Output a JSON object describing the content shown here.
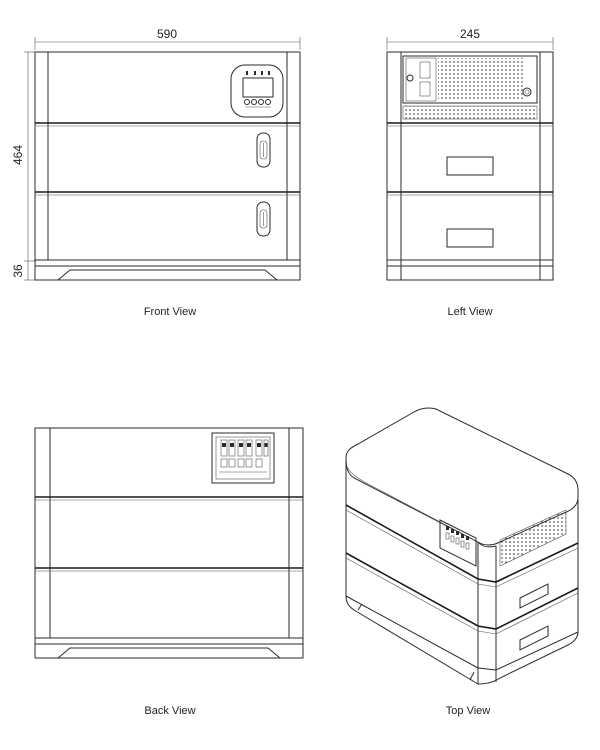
{
  "dimensions": {
    "front_width": "590",
    "left_width": "245",
    "height_main": "464",
    "height_base": "36"
  },
  "captions": {
    "front": "Front View",
    "left": "Left View",
    "back": "Back View",
    "top": "Top View"
  },
  "colors": {
    "line": "#2b2b2b",
    "background": "#ffffff"
  }
}
